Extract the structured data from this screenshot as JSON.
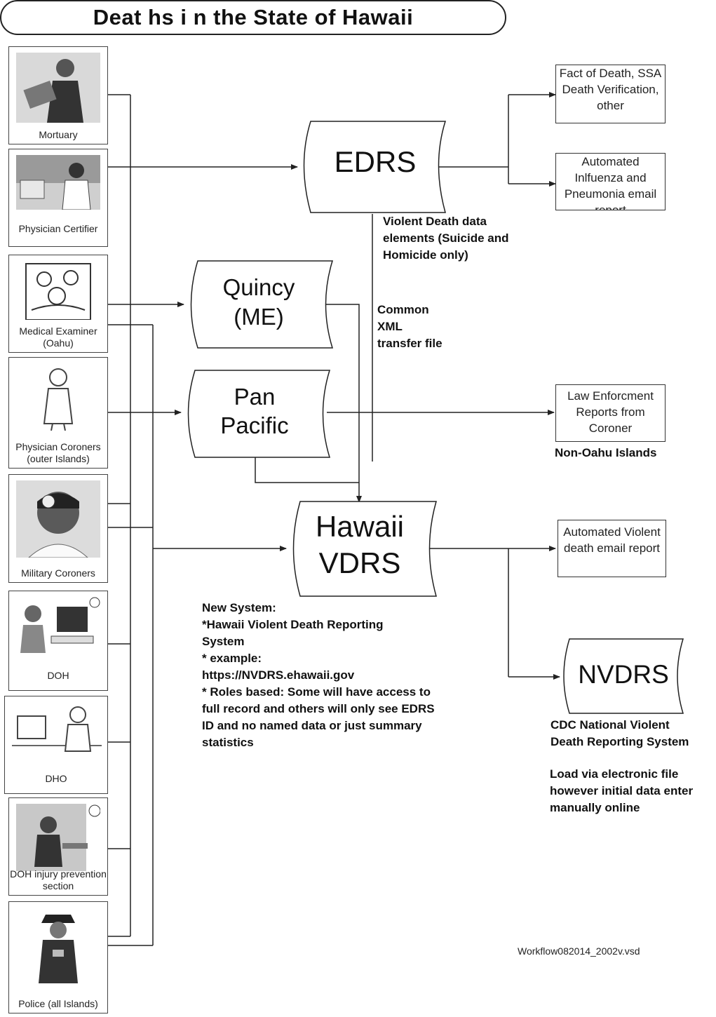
{
  "title": "Deat hs i n the State of Hawaii",
  "actors": [
    {
      "label": "Mortuary",
      "icon": "person-laptop-icon"
    },
    {
      "label": "Physician Certifier",
      "icon": "person-computer-icon"
    },
    {
      "label": "Medical Examiner (Oahu)",
      "icon": "medical-team-icon"
    },
    {
      "label": "Physician Coroners (outer Islands)",
      "icon": "physician-icon"
    },
    {
      "label": "Military Coroners",
      "icon": "doctor-headmirror-icon"
    },
    {
      "label": "DOH",
      "icon": "person-at-computer-icon"
    },
    {
      "label": "DHO",
      "icon": "office-worker-icon"
    },
    {
      "label": "DOH injury prevention section",
      "icon": "office-desk-icon"
    },
    {
      "label": "Police (all Islands)",
      "icon": "police-officer-icon"
    }
  ],
  "systems": {
    "edrs": "EDRS",
    "quincy_line1": "Quincy",
    "quincy_line2": "(ME)",
    "pan_line1": "Pan",
    "pan_line2": "Pacific",
    "vdrs_line1": "Hawaii",
    "vdrs_line2": "VDRS",
    "nvdrs": "NVDRS"
  },
  "outputs": {
    "fact_of_death": "Fact of Death, SSA Death Verification, other",
    "flu_report": "Automated Inlfuenza and Pneumonia email report",
    "law_enforcement": "Law Enforcment Reports from Coroner",
    "violent_death_report": "Automated Violent death email report"
  },
  "notes": {
    "violent_elements": [
      "Violent Death data",
      "elements (Suicide and",
      "Homicide only)"
    ],
    "xml": [
      "Common",
      "XML",
      "transfer file"
    ],
    "non_oahu": "Non-Oahu Islands",
    "new_system": [
      "New System:",
      "*Hawaii Violent Death Reporting",
      "System",
      "* example:",
      "https://NVDRS.ehawaii.gov",
      "* Roles based: Some will have access to",
      "full record and others will only see EDRS",
      "ID and no named data or just summary",
      "statistics"
    ],
    "cdc": [
      "CDC National Violent",
      "Death Reporting System"
    ],
    "load": [
      "Load via electronic file",
      "however initial data enter",
      "manually online"
    ]
  },
  "footer": "Workflow082014_2002v.vsd"
}
